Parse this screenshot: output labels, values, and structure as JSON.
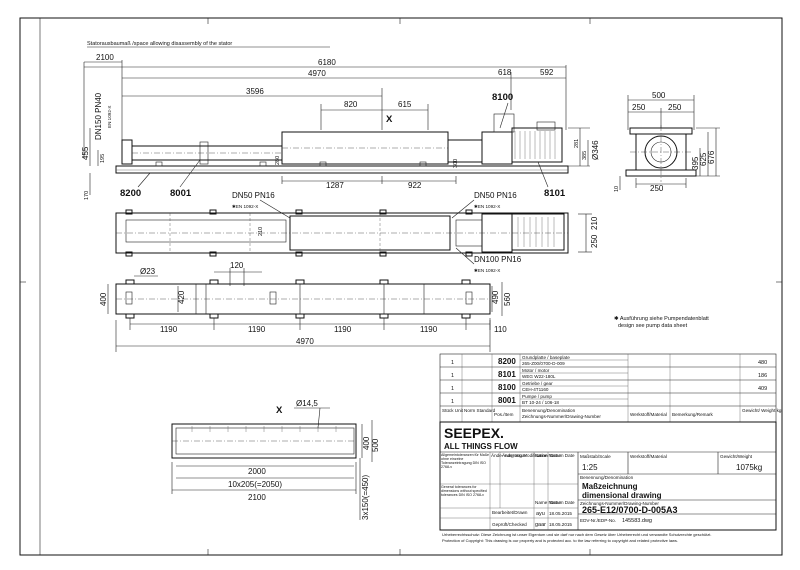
{
  "header_note": "Statorausbaumaß /space allowing disassembly of the stator",
  "flange_notes": {
    "suction_top": "DN150 PN40",
    "suction_std": "EN 1092-X",
    "inlet_side": "DN50 PN16",
    "inlet_side_std": "✱EN 1092-X",
    "outlet_side": "DN50 PN16",
    "outlet_side_std": "✱EN 1092-X",
    "bottom": "DN100 PN16",
    "bottom_std": "✱EN 1092-X"
  },
  "part_numbers": {
    "p8200": "8200",
    "p8001": "8001",
    "p8100": "8100",
    "p8101": "8101"
  },
  "section_marker": "X",
  "front_view_dims": {
    "d2100": "2100",
    "d6180": "6180",
    "d4970": "4970",
    "d618": "618",
    "d592": "592",
    "d3596": "3596",
    "d820": "820",
    "d615": "615",
    "d455": "455",
    "d195": "195",
    "d170": "170",
    "d280": "280",
    "d1287": "1287",
    "d922": "922",
    "d300": "300",
    "d281": "281",
    "d385": "385",
    "d346": "Ø346"
  },
  "end_view_dims": {
    "d500": "500",
    "d250a": "250",
    "d250b": "250",
    "d395": "395",
    "d625": "625",
    "d676": "676",
    "d10": "10",
    "d250c": "250"
  },
  "top_view_dims": {
    "d210": "210",
    "d250_210": "250",
    "d210b": "210"
  },
  "base_plan_dims": {
    "d23": "Ø23",
    "d120": "120",
    "d400": "400",
    "d420": "420",
    "d490": "490",
    "d560": "560",
    "d1190a": "1190",
    "d1190b": "1190",
    "d1190c": "1190",
    "d1190d": "1190",
    "d110": "110",
    "d4970": "4970"
  },
  "detail_x_dims": {
    "d145": "Ø14,5",
    "d400": "400",
    "d500": "500",
    "d2000": "2000",
    "d10x205": "10x205(=2050)",
    "d2100": "2100",
    "d3x150": "3x150(=450)",
    "marker": "X"
  },
  "pump_note": {
    "de": "✱ Ausführung siehe Pumpendatenblatt",
    "en": "design see pump data sheet"
  },
  "parts_list": [
    {
      "qty": "1",
      "pos": "8200",
      "desc_de": "Grundplatte / baseplate",
      "desc_num": "265-Z00/0700-D-009",
      "weight": "480"
    },
    {
      "qty": "1",
      "pos": "8101",
      "desc_de": "Motor / motor",
      "desc_num": "WEG W22-180L",
      "weight": "186"
    },
    {
      "qty": "1",
      "pos": "8100",
      "desc_de": "Getriebe / gear",
      "desc_num": "CEH-4T1160",
      "weight": "409"
    },
    {
      "qty": "1",
      "pos": "8001",
      "desc_de": "Pumpe / pump",
      "desc_num": "BT 10-24 / 106-18",
      "weight": ""
    }
  ],
  "parts_header": {
    "qty": "Stück Unit",
    "norm": "Norm Standard",
    "pos": "Pos./Item",
    "desc": "Benennung/Denomination",
    "desc2": "Zeichnungs-Nummer/Drawing-Number",
    "material": "Werkstoff/Material",
    "remark": "Bemerkung/Remark",
    "weight": "Gewicht/ Weight kg"
  },
  "title_block": {
    "logo": "SEEPEX.",
    "slogan": "ALL THINGS FLOW",
    "tolerance_de": "Allgemeintoleranzen für Maße ohne einzelne Toleranzeintragung DIN ISO 2768-v",
    "tolerance_en": "General tolerances for dimensions without specified tolerances DIN ISO 2768-v",
    "rev_headers": [
      "Ände- rung Issue",
      "Änderung Modification",
      "Name Name",
      "Datum Date"
    ],
    "scale_label": "Maßstab/Scale",
    "scale": "1:25",
    "material_label": "Werkstoff/Material",
    "weight_label": "Gewicht/Weight",
    "weight": "1075kg",
    "denomination_label": "Benennung/Denomination",
    "title_de": "Maßzeichnung",
    "title_en": "dimensional drawing",
    "drawing_no_label": "Zeichnungs-Nummer/Drawing-Number",
    "drawing_no": "265-E12/0700-D-005A3",
    "edv_label": "EDV-Nr./EDP-No.",
    "edv": "145583.dwg",
    "drawn_label": "Bearbeitet/Drawn",
    "drawn_name": "ayu",
    "drawn_date": "18.05.2015",
    "checked_label": "Geprüft/Checked",
    "checked_name": "gaar",
    "checked_date": "18.05.2015",
    "name_label": "Name Name",
    "date_label": "Datum Date",
    "copyright_de": "Urheberrechtsschutz: Diese Zeichnung ist unser Eigentum und sie darf nur nach dem Gesetz über Urheberrecht und verwandte Schutzrechte geschützt.",
    "copyright_en": "Protection of Copyright: This drawing is our property and is protected acc. to the law referring to copyright and related protective laws."
  }
}
